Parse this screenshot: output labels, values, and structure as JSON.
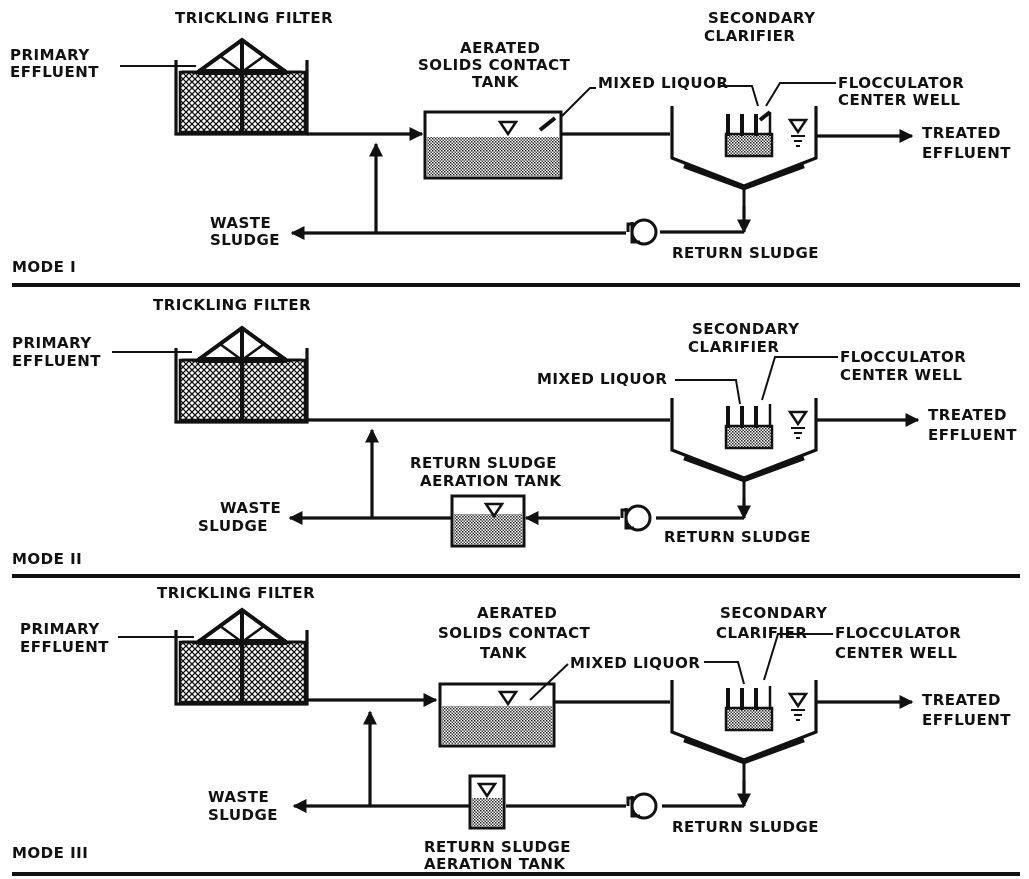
{
  "colors": {
    "ink": "#111111",
    "background": "#ffffff"
  },
  "modes": [
    {
      "label": "MODE I",
      "trickling_filter": "TRICKLING FILTER",
      "primary_effluent": [
        "PRIMARY",
        "EFFLUENT"
      ],
      "aerated_tank": [
        "AERATED",
        "SOLIDS CONTACT",
        "TANK"
      ],
      "secondary_clarifier": [
        "SECONDARY",
        "CLARIFIER"
      ],
      "mixed_liquor": "MIXED LIQUOR",
      "flocculator": [
        "FLOCCULATOR",
        "CENTER WELL"
      ],
      "treated_effluent": [
        "TREATED",
        "EFFLUENT"
      ],
      "waste_sludge": [
        "WASTE",
        "SLUDGE"
      ],
      "return_sludge": "RETURN SLUDGE"
    },
    {
      "label": "MODE II",
      "trickling_filter": "TRICKLING FILTER",
      "primary_effluent": [
        "PRIMARY",
        "EFFLUENT"
      ],
      "secondary_clarifier": [
        "SECONDARY",
        "CLARIFIER"
      ],
      "mixed_liquor": "MIXED LIQUOR",
      "flocculator": [
        "FLOCCULATOR",
        "CENTER WELL"
      ],
      "treated_effluent": [
        "TREATED",
        "EFFLUENT"
      ],
      "return_aeration": [
        "RETURN SLUDGE",
        "AERATION TANK"
      ],
      "waste_sludge": [
        "WASTE",
        "SLUDGE"
      ],
      "return_sludge": "RETURN SLUDGE"
    },
    {
      "label": "MODE III",
      "trickling_filter": "TRICKLING FILTER",
      "primary_effluent": [
        "PRIMARY",
        "EFFLUENT"
      ],
      "aerated_tank": [
        "AERATED",
        "SOLIDS CONTACT",
        "TANK"
      ],
      "secondary_clarifier": [
        "SECONDARY",
        "CLARIFIER"
      ],
      "mixed_liquor": "MIXED LIQUOR",
      "flocculator": [
        "FLOCCULATOR",
        "CENTER WELL"
      ],
      "treated_effluent": [
        "TREATED",
        "EFFLUENT"
      ],
      "waste_sludge": [
        "WASTE",
        "SLUDGE"
      ],
      "return_sludge": "RETURN SLUDGE",
      "return_aeration": [
        "RETURN SLUDGE",
        "AERATION TANK"
      ]
    }
  ]
}
